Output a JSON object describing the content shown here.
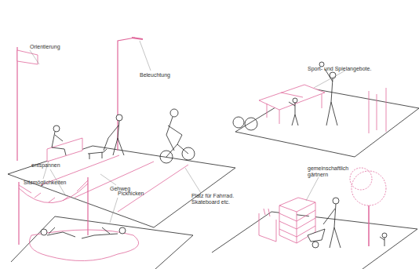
{
  "diagram": {
    "labels": [
      "Orientierung",
      "Beleuchtung",
      "Sitzmöglichkeiten",
      "Gehweg",
      "Platz für Fahrrad. Skateboard etc.",
      "Sport- und Spielangebote.",
      "entspannen",
      "Picknicken",
      "gemeinschaftlich gärtnern"
    ]
  }
}
